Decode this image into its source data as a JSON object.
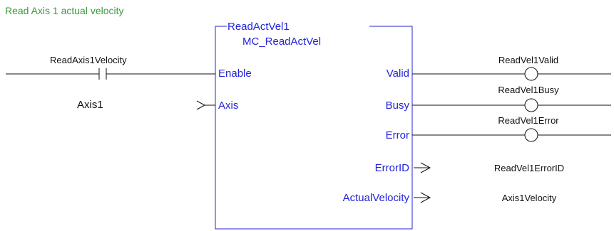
{
  "comment": "Read Axis 1 actual velocity",
  "block": {
    "instance_name": "ReadActVel1",
    "type_name": "MC_ReadActVel",
    "inputs": [
      {
        "name": "Enable",
        "variable": "ReadAxis1Velocity",
        "connection": "contact"
      },
      {
        "name": "Axis",
        "variable": "Axis1",
        "connection": "arrow"
      }
    ],
    "outputs": [
      {
        "name": "Valid",
        "variable": "ReadVel1Valid",
        "connection": "coil"
      },
      {
        "name": "Busy",
        "variable": "ReadVel1Busy",
        "connection": "coil"
      },
      {
        "name": "Error",
        "variable": "ReadVel1Error",
        "connection": "coil"
      },
      {
        "name": "ErrorID",
        "variable": "ReadVel1ErrorID",
        "connection": "arrow"
      },
      {
        "name": "ActualVelocity",
        "variable": "Axis1Velocity",
        "connection": "arrow"
      }
    ]
  },
  "colors": {
    "comment": "#3a9a3a",
    "block": "#2323d8",
    "wire": "#111111"
  }
}
